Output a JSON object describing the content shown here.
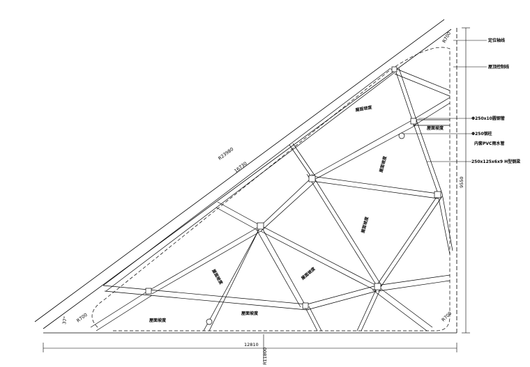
{
  "callouts": {
    "positioning_line": "定位轴线",
    "roof_line": "屋顶控制线",
    "steel_tube": "Φ250x10圆钢管",
    "column": "Φ250钢柱",
    "pipe_note": "内套PVC雨水管",
    "h_beam": "250x125x6x9 H型钢梁"
  },
  "slope_label": "屋面坡度",
  "dims": {
    "bottom": "12810",
    "right": "9550",
    "hyp_outer": "R23980",
    "hyp_inner": "16730",
    "bottom_radius": "R11800",
    "r700_top": "R700",
    "r700_left": "R700",
    "r700_br": "R700",
    "angle": "37°"
  }
}
